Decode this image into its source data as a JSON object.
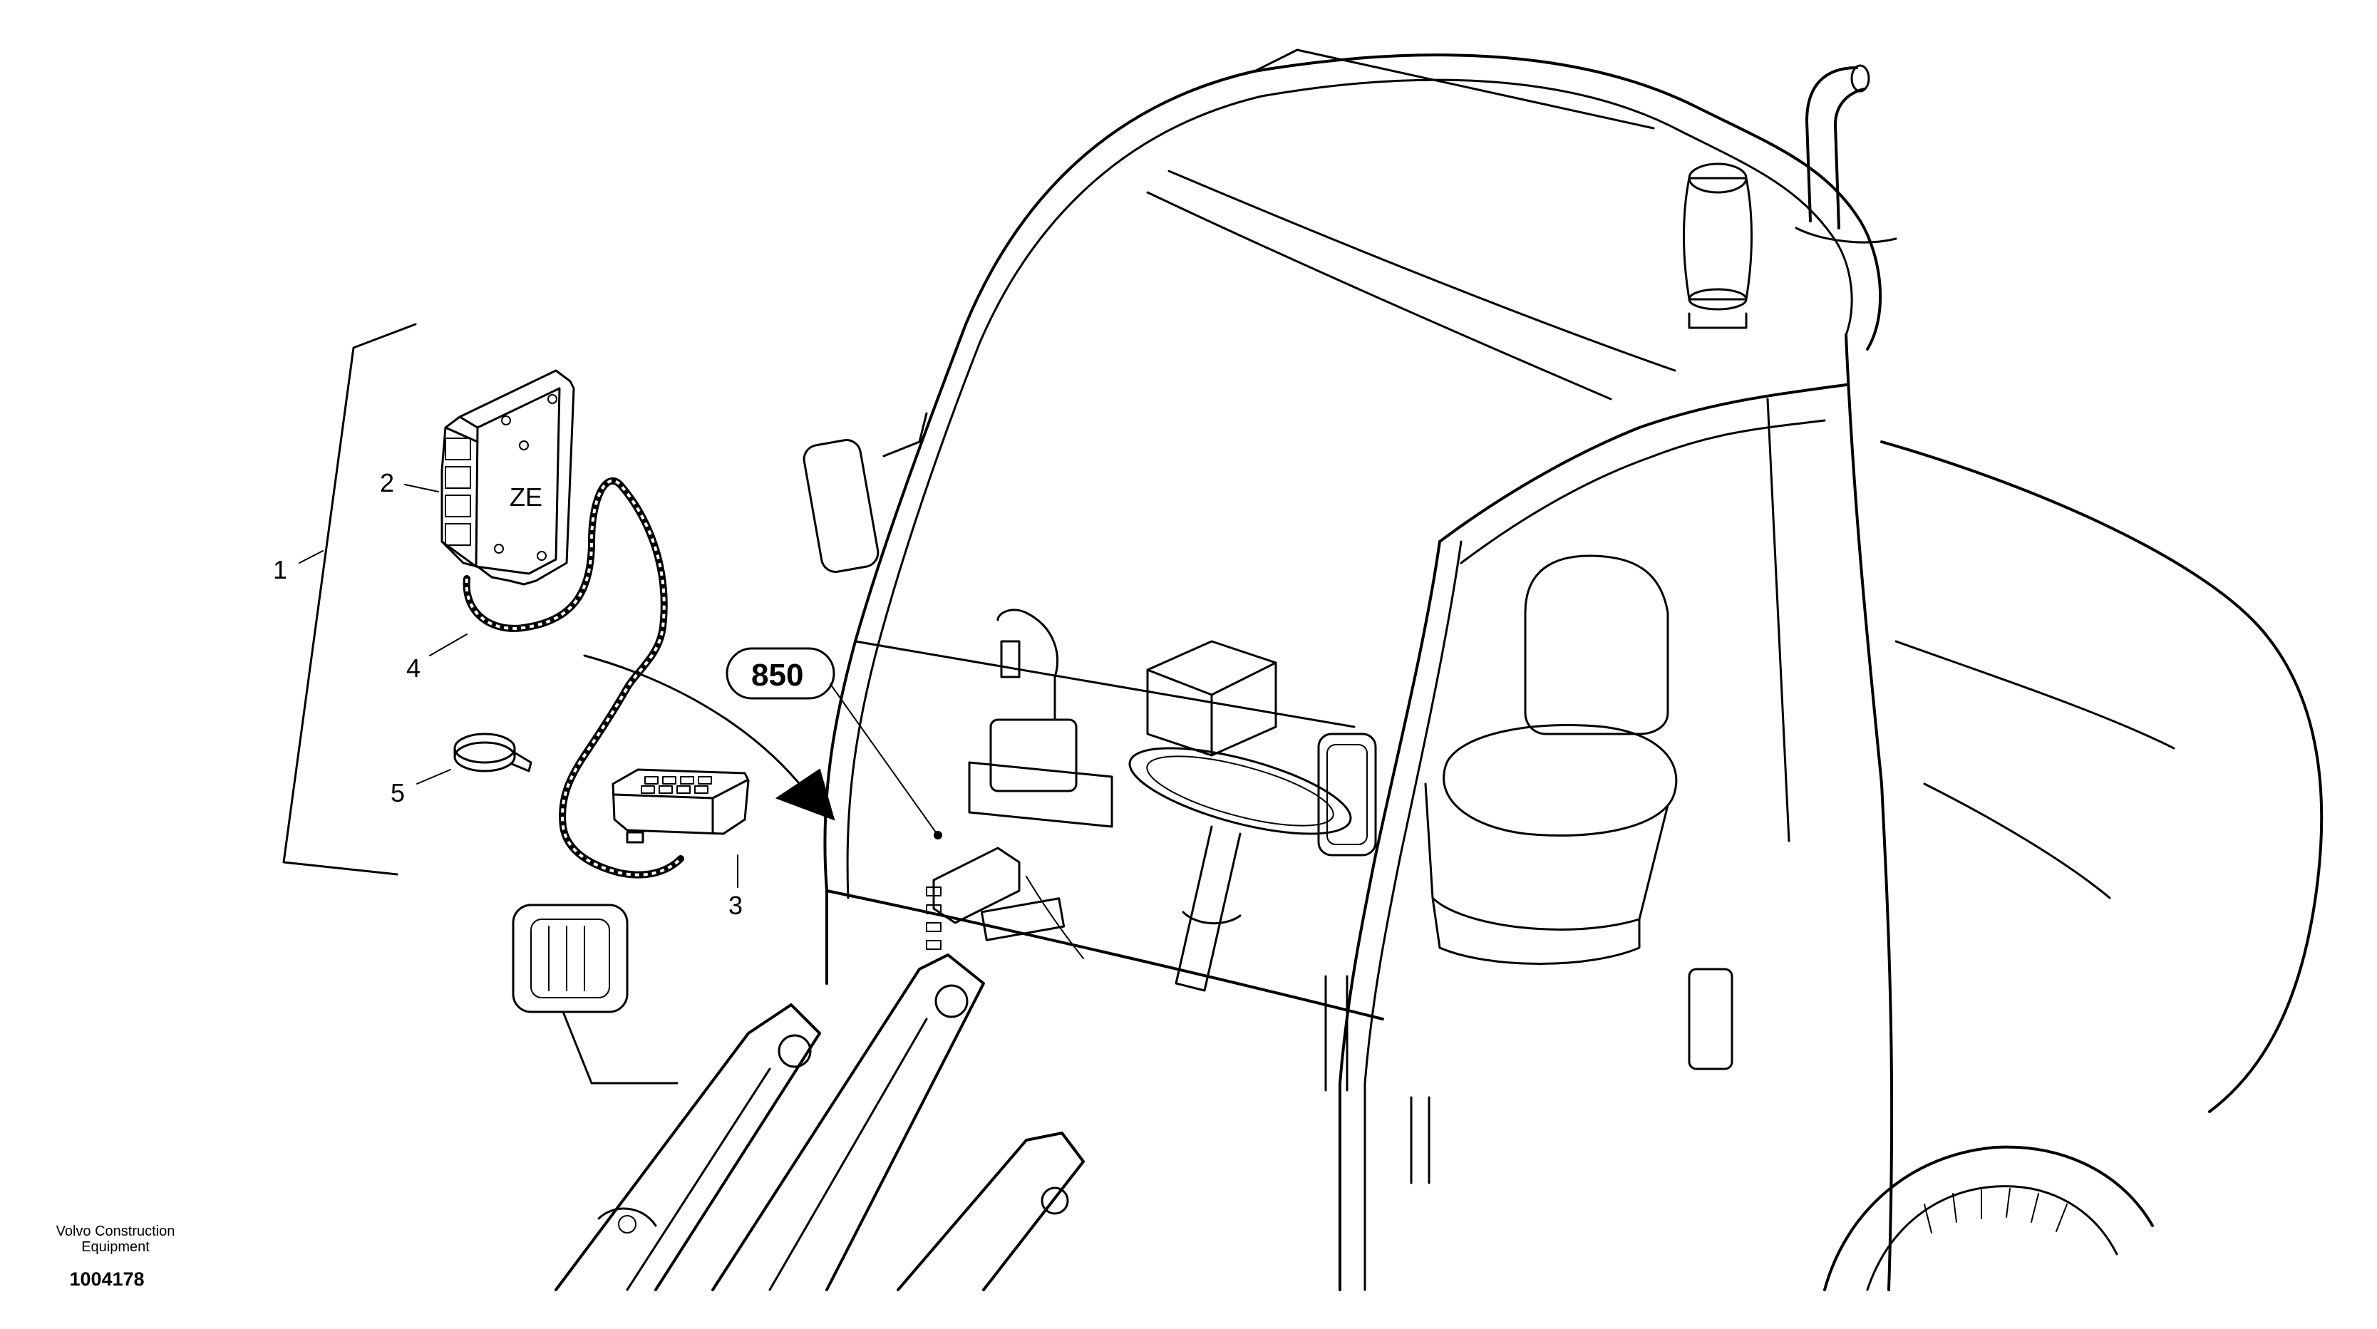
{
  "diagram": {
    "callouts": [
      {
        "id": "1",
        "label": "1"
      },
      {
        "id": "2",
        "label": "2"
      },
      {
        "id": "3",
        "label": "3"
      },
      {
        "id": "4",
        "label": "4"
      },
      {
        "id": "5",
        "label": "5"
      }
    ],
    "module_label": "ZE",
    "reference_label": "850",
    "publisher_line1": "Volvo Construction",
    "publisher_line2": "Equipment",
    "document_number": "1004178"
  }
}
